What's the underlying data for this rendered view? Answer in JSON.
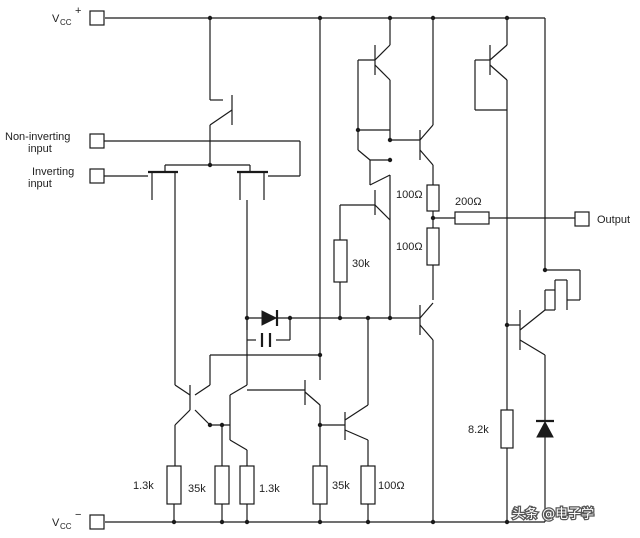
{
  "labels": {
    "vcc_pos_main": "V",
    "vcc_pos_sub": "CC",
    "vcc_pos_sign": "+",
    "vcc_neg_main": "V",
    "vcc_neg_sub": "CC",
    "vcc_neg_sign": "−",
    "noninv_line1": "Non-inverting",
    "noninv_line2": "input",
    "inv_line1": "Inverting",
    "inv_line2": "input",
    "output": "Output"
  },
  "resistors": {
    "r_100_upper": "100Ω",
    "r_100_lower": "100Ω",
    "r_200": "200Ω",
    "r_30k": "30k",
    "r_8_2k": "8.2k",
    "r_1_3k_left": "1.3k",
    "r_35k_left": "35k",
    "r_1_3k_right": "1.3k",
    "r_35k_right": "35k",
    "r_100_bottom": "100Ω"
  },
  "watermark": "头条 @电子学",
  "colors": {
    "line": "#1a1a1a",
    "background": "#ffffff"
  }
}
